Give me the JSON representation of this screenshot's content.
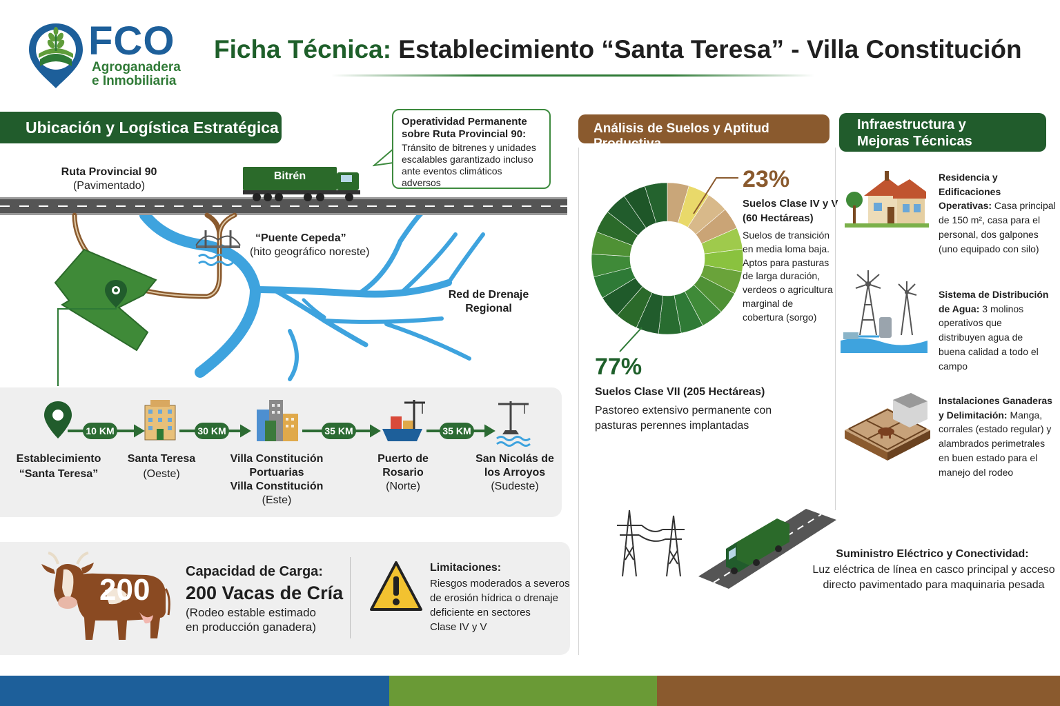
{
  "header": {
    "logo_text": "FCO",
    "logo_sub1": "Agroganadera",
    "logo_sub2": "e Inmobiliaria",
    "title_part1": "Ficha Técnica:",
    "title_part2": " Establecimiento “Santa Teresa” - Villa Constitución"
  },
  "ubicacion": {
    "banner": "Ubicación y Logística Estratégica",
    "ruta_title": "Ruta Provincial 90",
    "ruta_sub": "(Pavimentado)",
    "truck_label": "Bitrén",
    "callout_title": "Operatividad Permanente sobre Ruta Provincial 90:",
    "callout_body": "Tránsito de bitrenes y unidades escalables garantizado incluso ante eventos climáticos adversos",
    "puente_title": "“Puente Cepeda”",
    "puente_sub": "(hito geográfico noreste)",
    "red_line1": "Red de Drenaje",
    "red_line2": "Regional"
  },
  "route": {
    "stops": [
      {
        "line1": "Establecimiento",
        "line2": "“Santa Teresa”",
        "line3": "",
        "sub": ""
      },
      {
        "line1": "Santa Teresa",
        "line2": "",
        "line3": "",
        "sub": "(Oeste)"
      },
      {
        "line1": "Villa Constitución",
        "line2": "Portuarias",
        "line3": "Villa Constitución",
        "sub": "(Este)"
      },
      {
        "line1": "Puerto de",
        "line2": "Rosario",
        "line3": "",
        "sub": "(Norte)"
      },
      {
        "line1": "San Nicolás de",
        "line2": "los Arroyos",
        "line3": "",
        "sub": "(Sudeste)"
      }
    ],
    "km": [
      "10 KM",
      "30 KM",
      "35 KM",
      "35 KM"
    ]
  },
  "capacidad": {
    "number": "200",
    "title": "Capacidad de Carga:",
    "value": "200 Vacas de Cría",
    "sub1": "(Rodeo estable estimado",
    "sub2": "en producción ganadera)"
  },
  "limitaciones": {
    "title": "Limitaciones:",
    "lines": [
      "Riesgos moderados a severos",
      "de erosión hídrica o drenaje",
      "deficiente en sectores",
      "Clase IV y V"
    ]
  },
  "suelos": {
    "banner": "Análisis de Suelos y Aptitud Productiva",
    "pct_small": "23%",
    "small_title1": "Suelos Clase IV y V",
    "small_title2": "(60 Hectáreas)",
    "small_desc": [
      "Suelos de transición",
      "en media loma baja.",
      "Aptos para pasturas",
      "de larga duración,",
      "verdeos o agricultura",
      "marginal de",
      "cobertura (sorgo)"
    ],
    "pct_large": "77%",
    "large_title": "Suelos Clase VII (205 Hectáreas)",
    "large_desc1": "Pastoreo extensivo permanente con",
    "large_desc2": "pasturas perennes implantadas"
  },
  "chart_data": {
    "type": "pie",
    "categories": [
      "Suelos Clase IV y V",
      "Suelos Clase VII"
    ],
    "values": [
      23,
      77
    ],
    "hectares": [
      60,
      205
    ],
    "colors": [
      "#c9a679",
      "#2f7a36"
    ]
  },
  "infra": {
    "banner_line1": "Infraestructura y",
    "banner_line2": "Mejoras Técnicas",
    "items": [
      {
        "bold": "Residencia y Edificaciones Operativas:",
        "text": " Casa principal de 150 m², casa para el personal, dos galpones (uno equipado con silo)"
      },
      {
        "bold": "Sistema de Distribución de Agua:",
        "text": " 3 molinos operativos que distribuyen agua de buena calidad a todo el campo"
      },
      {
        "bold": "Instalaciones Ganaderas y Delimitación:",
        "text": " Manga, corrales (estado regular) y alambrados perimetrales en buen estado para el manejo del rodeo"
      }
    ],
    "electrico_title": "Suministro Eléctrico y Conectividad:",
    "electrico_line1": "Luz eléctrica de línea en casco principal y acceso",
    "electrico_line2": "directo pavimentado para maquinaria pesada"
  },
  "colors": {
    "primary_green": "#215c2c",
    "brown": "#8a5a2e",
    "blue": "#1d5f9a",
    "river": "#3ea3de",
    "bar_blue": "#1d5f9a",
    "bar_green": "#6a9a36",
    "bar_brown": "#8a5a2e"
  }
}
